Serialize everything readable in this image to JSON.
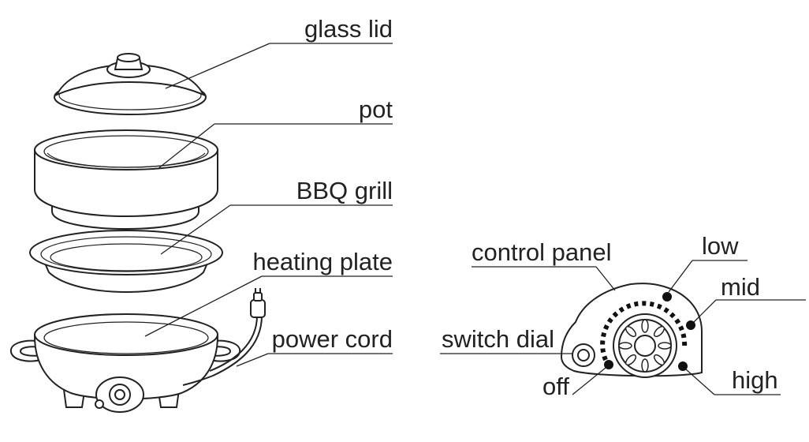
{
  "labels": {
    "glass_lid": "glass lid",
    "pot": "pot",
    "bbq_grill": "BBQ grill",
    "heating_plate": "heating plate",
    "power_cord": "power cord",
    "control_panel": "control panel",
    "switch_dial": "switch dial",
    "low": "low",
    "mid": "mid",
    "high": "high",
    "off": "off"
  },
  "style": {
    "line_color": "#222222",
    "background": "#ffffff"
  }
}
